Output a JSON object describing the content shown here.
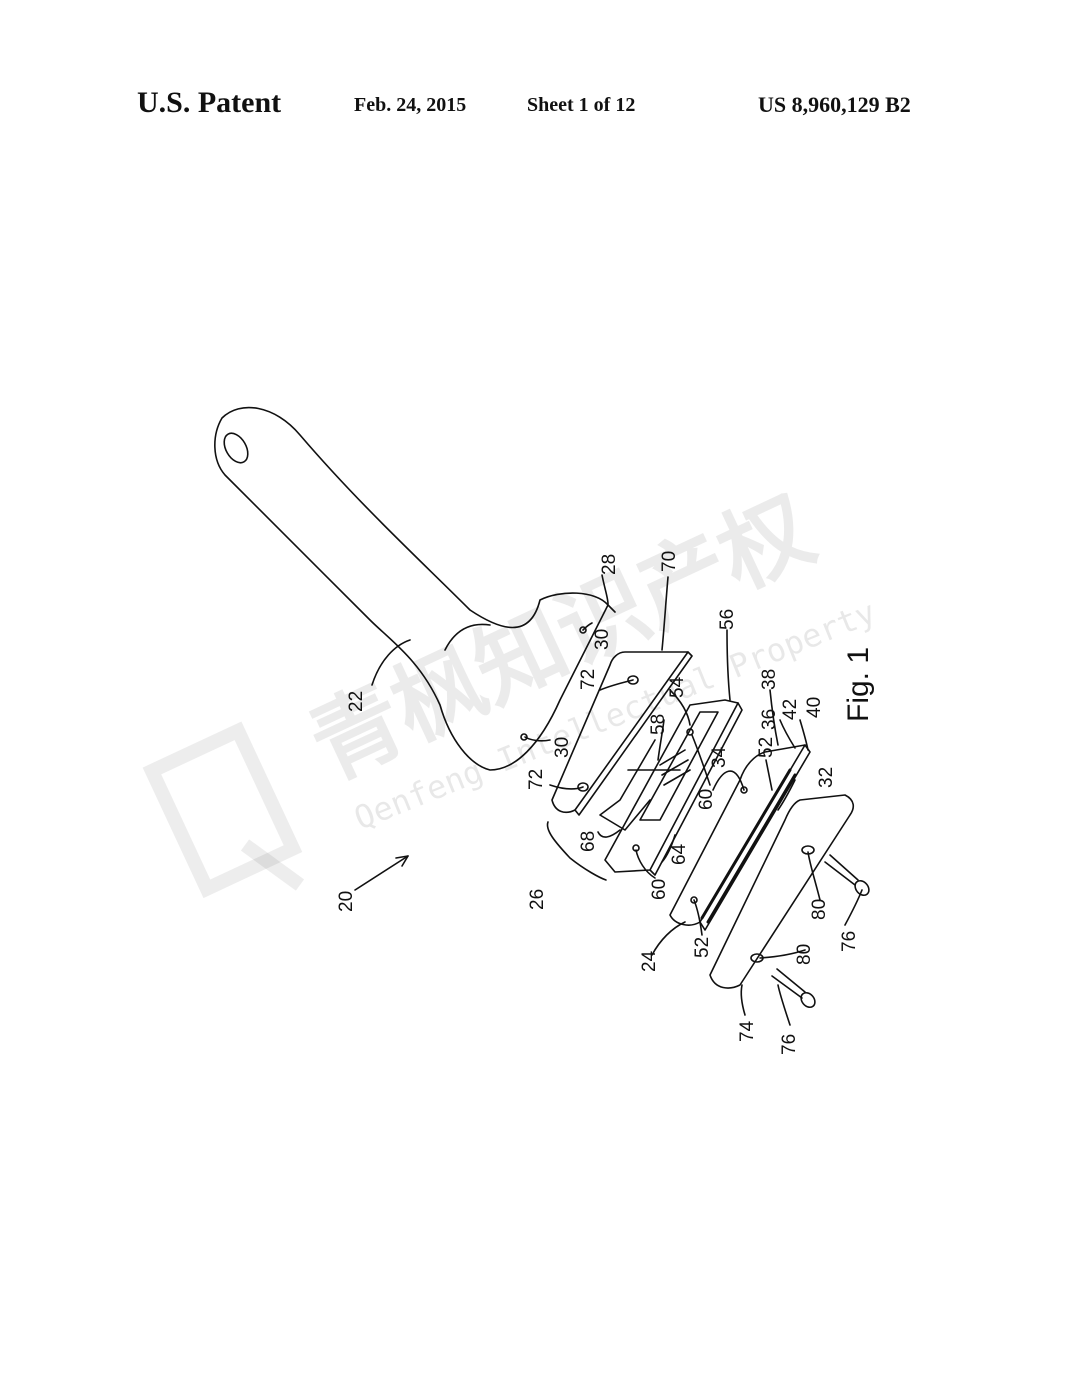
{
  "header": {
    "title": "U.S. Patent",
    "date": "Feb. 24, 2015",
    "sheet": "Sheet 1 of 12",
    "number": "US 8,960,129 B2"
  },
  "figure": {
    "caption": "Fig. 1",
    "labels": {
      "l20": "20",
      "l22": "22",
      "l24": "24",
      "l26": "26",
      "l28": "28",
      "l30a": "30",
      "l30b": "30",
      "l32": "32",
      "l34": "34",
      "l36": "36",
      "l38": "38",
      "l40": "40",
      "l42": "42",
      "l52a": "52",
      "l52b": "52",
      "l54": "54",
      "l56": "56",
      "l58": "58",
      "l60a": "60",
      "l60b": "60",
      "l64": "64",
      "l68": "68",
      "l70": "70",
      "l72a": "72",
      "l72b": "72",
      "l74": "74",
      "l76a": "76",
      "l76b": "76",
      "l80a": "80",
      "l80b": "80"
    }
  },
  "watermark": {
    "chinese": "青枫知识产权",
    "english": "Qenfeng Intellectual Property"
  },
  "colors": {
    "ink": "#111111",
    "watermark": "#e6e6e6"
  }
}
